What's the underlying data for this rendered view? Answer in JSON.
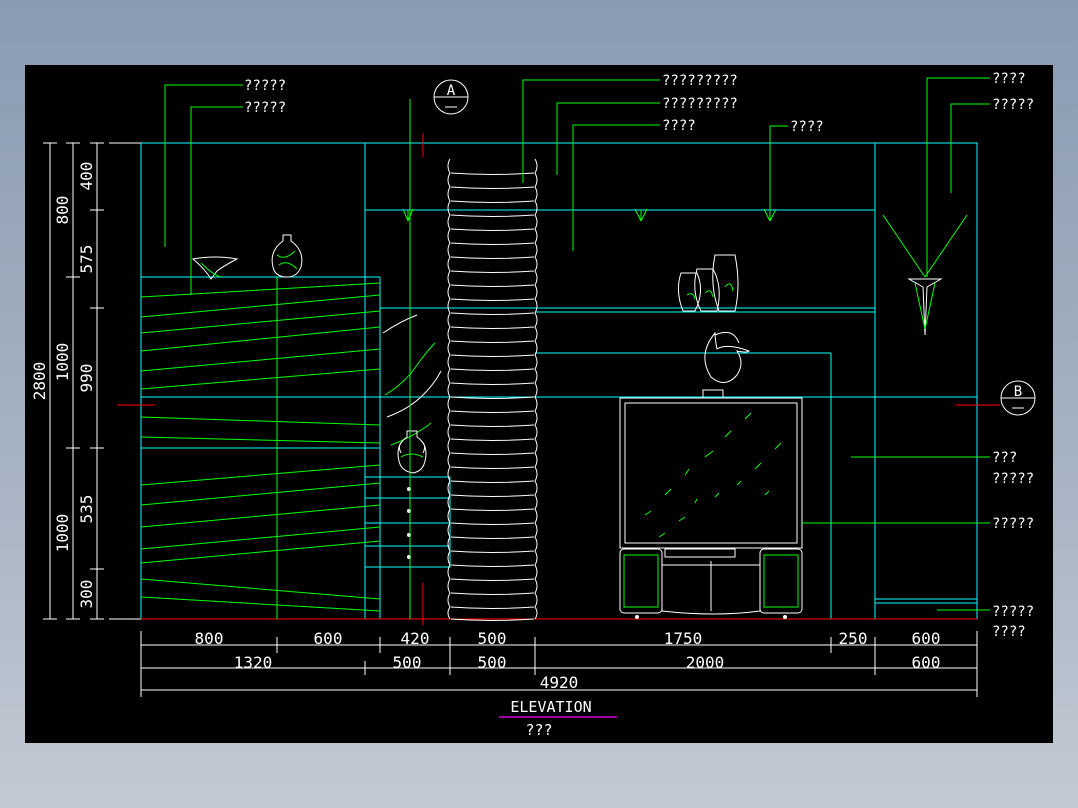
{
  "drawing": {
    "title": "ELEVATION",
    "subtitle": "???"
  },
  "callouts": {
    "top_left_1": "?????",
    "top_left_2": "?????",
    "top_mid_1": "?????????",
    "top_mid_2": "?????????",
    "top_mid_3": "????",
    "top_mid_4": "????",
    "top_right_1": "????",
    "top_right_2": "?????",
    "right_1": "???",
    "right_2": "?????",
    "right_3": "?????",
    "right_4": "?????",
    "right_5": "????"
  },
  "section_marks": {
    "a": "A",
    "b": "B"
  },
  "dimensions": {
    "left_outer": "2800",
    "left_mid": [
      "800",
      "1000",
      "1000"
    ],
    "left_inner": [
      "400",
      "575",
      "990",
      "535",
      "300"
    ],
    "bottom_row1": [
      "800",
      "600",
      "420",
      "500",
      "1750",
      "250",
      "600"
    ],
    "bottom_row2": [
      "1320",
      "500",
      "500",
      "2000",
      "600"
    ],
    "bottom_total": "4920"
  },
  "colors": {
    "background": "#000000",
    "outline": "#00ffff",
    "linework": "#00ff00",
    "dimension": "#ffffff",
    "section_line": "#ff0000"
  }
}
